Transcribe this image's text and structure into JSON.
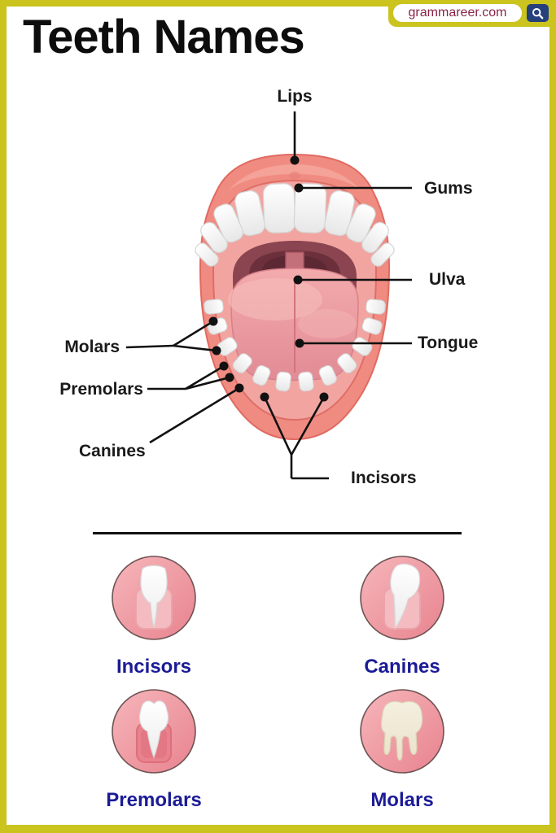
{
  "header": {
    "title": "Teeth Names",
    "badge": {
      "domain": "grammareer.com",
      "search_icon": "magnifier"
    }
  },
  "diagram": {
    "subject": "open mouth anatomy",
    "labels": {
      "lips": "Lips",
      "gums": "Gums",
      "ulva": "Ulva",
      "tongue": "Tongue",
      "molars": "Molars",
      "premolars": "Premolars",
      "canines": "Canines",
      "incisors": "Incisors"
    }
  },
  "tooth_types": [
    {
      "name": "Incisors",
      "icon": "incisor-tooth-in-gum"
    },
    {
      "name": "Canines",
      "icon": "canine-tooth-in-gum"
    },
    {
      "name": "Premolars",
      "icon": "premolar-tooth-in-gum"
    },
    {
      "name": "Molars",
      "icon": "molar-tooth"
    }
  ],
  "colors": {
    "frame_yellow": "#cbc31e",
    "domain_maroon": "#8b2347",
    "search_button_navy": "#26407c",
    "tooth_label_navy": "#1b1b96",
    "label_black": "#1a1a1a",
    "lip_salmon": "#f08b81",
    "cavity_maroon": "#6b303b",
    "tongue_pink": "#ec9aa0"
  }
}
